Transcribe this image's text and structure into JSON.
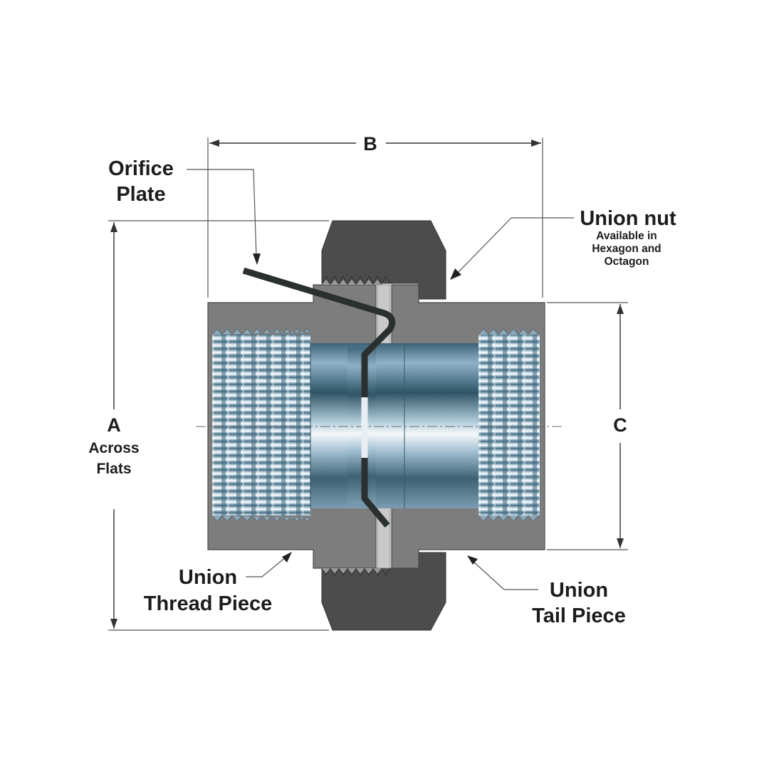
{
  "labels": {
    "orifice_plate": [
      "Orifice",
      "Plate"
    ],
    "union_nut": "Union nut",
    "union_nut_note": [
      "Available in",
      "Hexagon and",
      "Octagon"
    ],
    "union_thread_piece": [
      "Union",
      "Thread Piece"
    ],
    "union_tail_piece": [
      "Union",
      "Tail Piece"
    ],
    "dim_a": "A",
    "dim_a_note": [
      "Across",
      "Flats"
    ],
    "dim_b": "B",
    "dim_c": "C"
  },
  "colors": {
    "body_gray": "#7d7d7d",
    "nut_dark": "#4c4c4c",
    "bore_steel": "#8fb2c8",
    "plate_black": "#2a2f30",
    "gasket_light": "#c9c9c9"
  }
}
